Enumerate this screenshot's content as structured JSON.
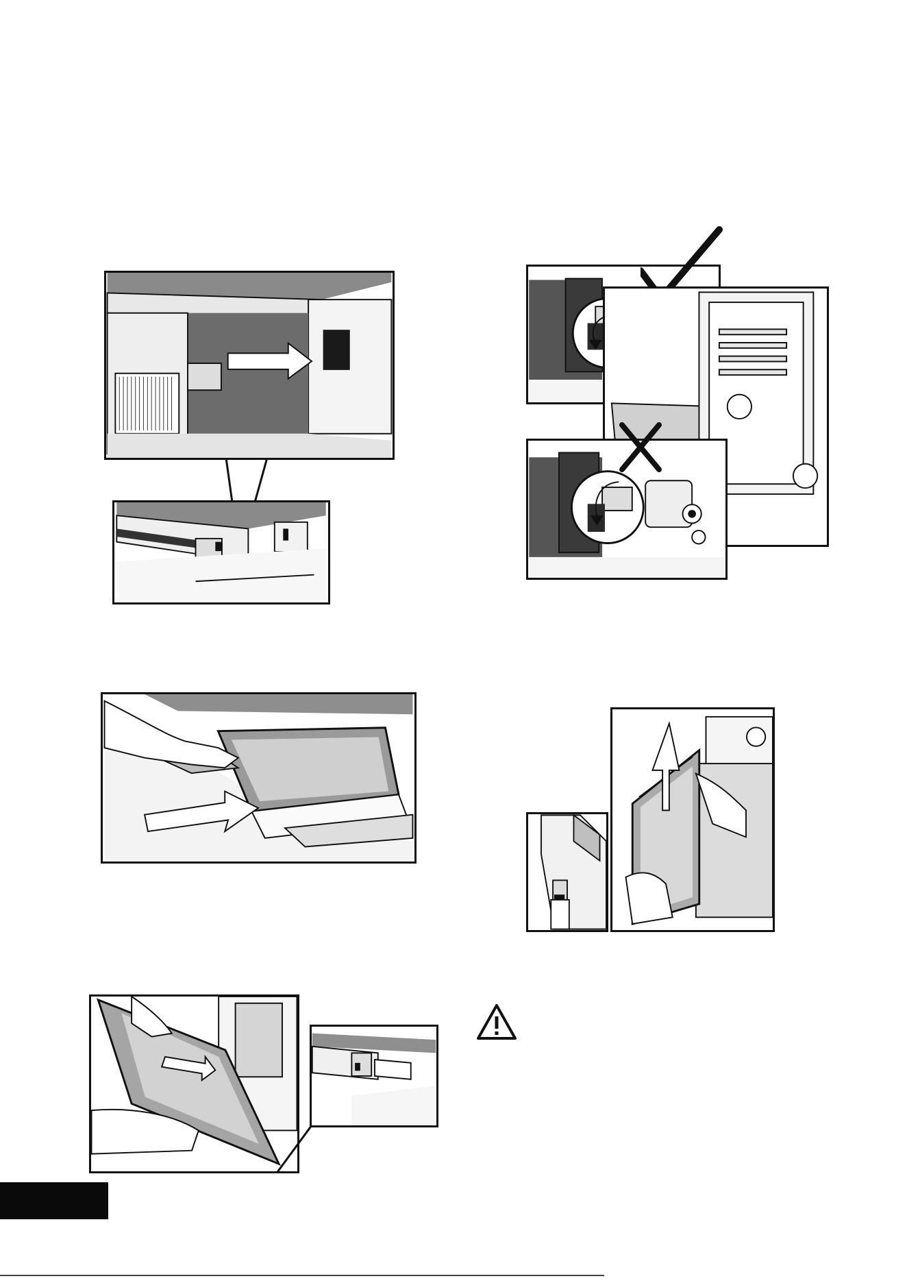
{
  "page": {
    "figures": [
      {
        "id": "fig-1-latch-insert",
        "description_icon": "arrow-right-icon"
      },
      {
        "id": "fig-2-hinge-check",
        "description_icon": "check-and-cross-icons"
      },
      {
        "id": "fig-3-glass-slide",
        "description_icon": "arrow-right-icon"
      },
      {
        "id": "fig-4-panel-lift",
        "description_icon": "arrow-up-icon"
      },
      {
        "id": "fig-5-door-removal",
        "description_icon": "arrow-down-right-icon"
      }
    ],
    "warning_icon": "warning-triangle-icon",
    "colors": {
      "ink": "#111111",
      "grey_dark": "#4a4a4a",
      "grey_mid": "#9a9a9a",
      "grey_light": "#d8d8d8",
      "black_tab": "#0a0a0a"
    }
  }
}
